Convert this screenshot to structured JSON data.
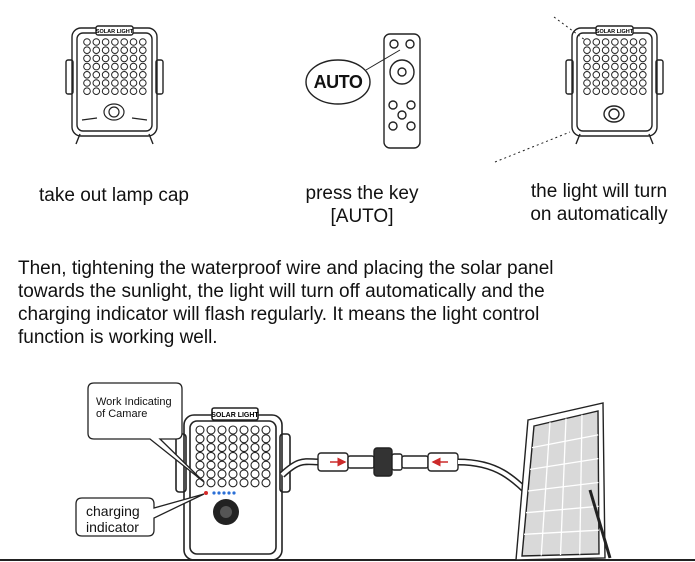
{
  "steps": [
    {
      "caption_lines": [
        "take out lamp cap"
      ]
    },
    {
      "caption_lines": [
        "press the key",
        "[AUTO]"
      ],
      "bubble_label": "AUTO"
    },
    {
      "caption_lines": [
        "the light will turn",
        "on automatically"
      ]
    }
  ],
  "lamp_logo": "SOLAR LIGHT",
  "paragraph_lines": [
    "Then, tightening the waterproof wire and placing the solar panel",
    "towards the sunlight, the light will turn off automatically and the",
    "charging indicator will flash regularly. It means the light control",
    "function is working well."
  ],
  "callouts": {
    "camera": [
      "Work Indicating",
      "of Camare"
    ],
    "charging": [
      "charging",
      "indicator"
    ]
  },
  "colors": {
    "line": "#222222",
    "indicator_blue": "#2a6fd6",
    "indicator_red": "#d62a2a",
    "arrow_red": "#cc2a2a"
  }
}
